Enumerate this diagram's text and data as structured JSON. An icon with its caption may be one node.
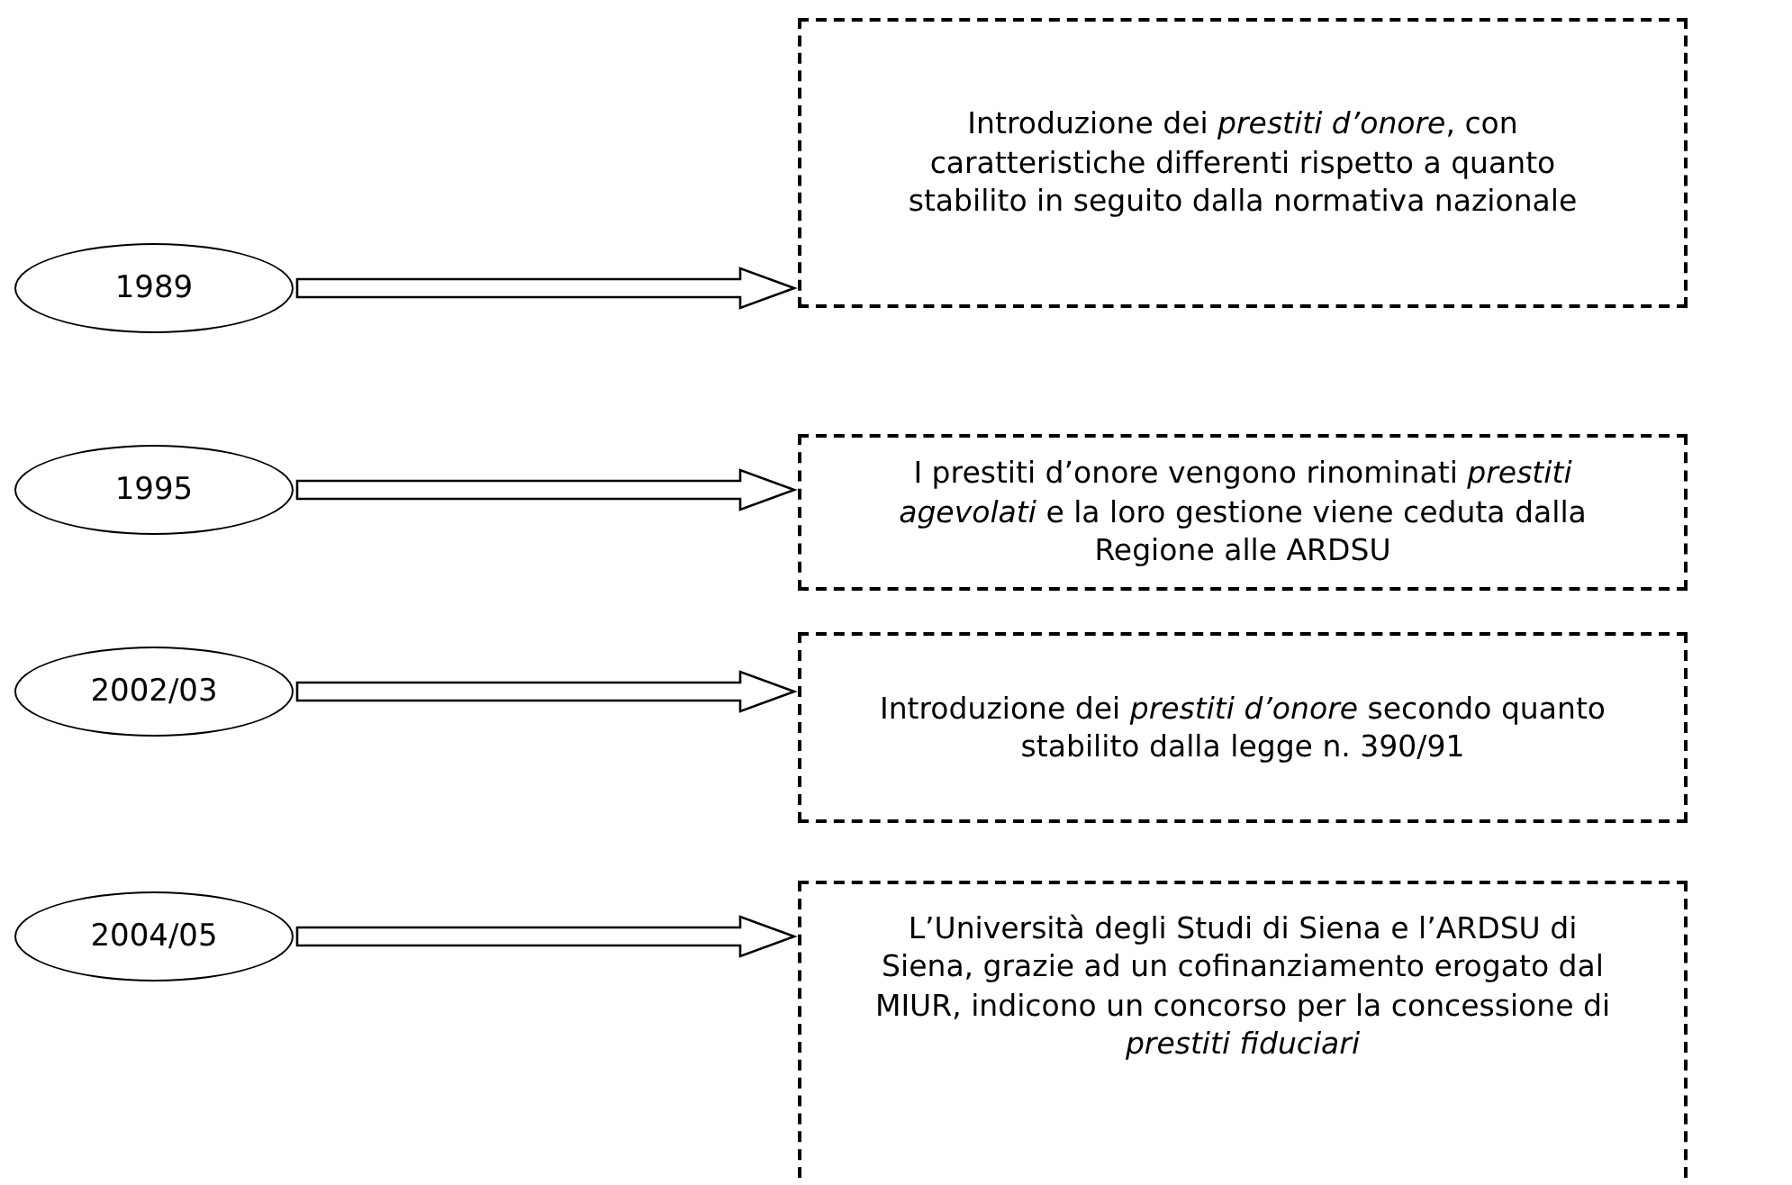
{
  "diagram": {
    "nodes": [
      {
        "text": [
          "1989"
        ]
      },
      {
        "text": [
          "Introduzione dei *prestiti d’onore*, con caratteristiche differenti rispetto a quanto stabilito in seguito dalla normativa nazionale"
        ]
      },
      {
        "text": [
          "1995"
        ]
      },
      {
        "text": [
          "I prestiti d’onore vengono rinominati *prestiti agevolati* e la loro gestione viene ceduta dalla Regione alle ARDSU"
        ]
      },
      {
        "text": [
          "2002/03"
        ]
      },
      {
        "text": [
          "Introduzione dei *prestiti d’onore* secondo quanto stabilito dalla legge n. 390/91"
        ]
      },
      {
        "text": [
          "2004/05"
        ]
      },
      {
        "text": [
          "L’Università degli Studi di Siena e l’ARDSU di Siena, grazie ad un cofinanziamento erogato dal MIUR, indicono un concorso per la concessione di *prestiti fiduciari*"
        ]
      }
    ],
    "edges": [
      {
        "from": 0,
        "to": 1,
        "arrow": "to"
      },
      {
        "from": 2,
        "to": 3,
        "arrow": "to"
      },
      {
        "from": 4,
        "to": 5,
        "arrow": "to"
      },
      {
        "from": 6,
        "to": 7,
        "arrow": "to"
      }
    ]
  }
}
